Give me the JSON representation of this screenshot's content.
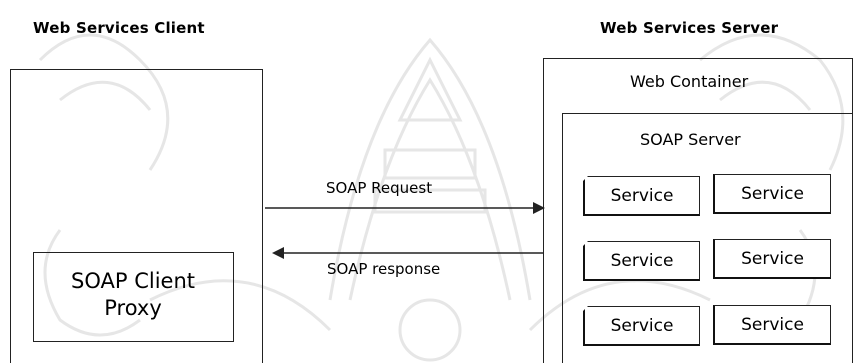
{
  "headers": {
    "client": "Web Services Client",
    "server": "Web Services Server"
  },
  "server": {
    "container_label": "Web Container",
    "soap_server_label": "SOAP Server",
    "services": [
      "Service",
      "Service",
      "Service",
      "Service",
      "Service",
      "Service"
    ]
  },
  "client": {
    "proxy_line1": "SOAP Client",
    "proxy_line2": "Proxy"
  },
  "arrows": {
    "request_label": "SOAP Request",
    "response_label": "SOAP response"
  },
  "colors": {
    "line": "#222222",
    "watermark": "#e4e4e4"
  }
}
